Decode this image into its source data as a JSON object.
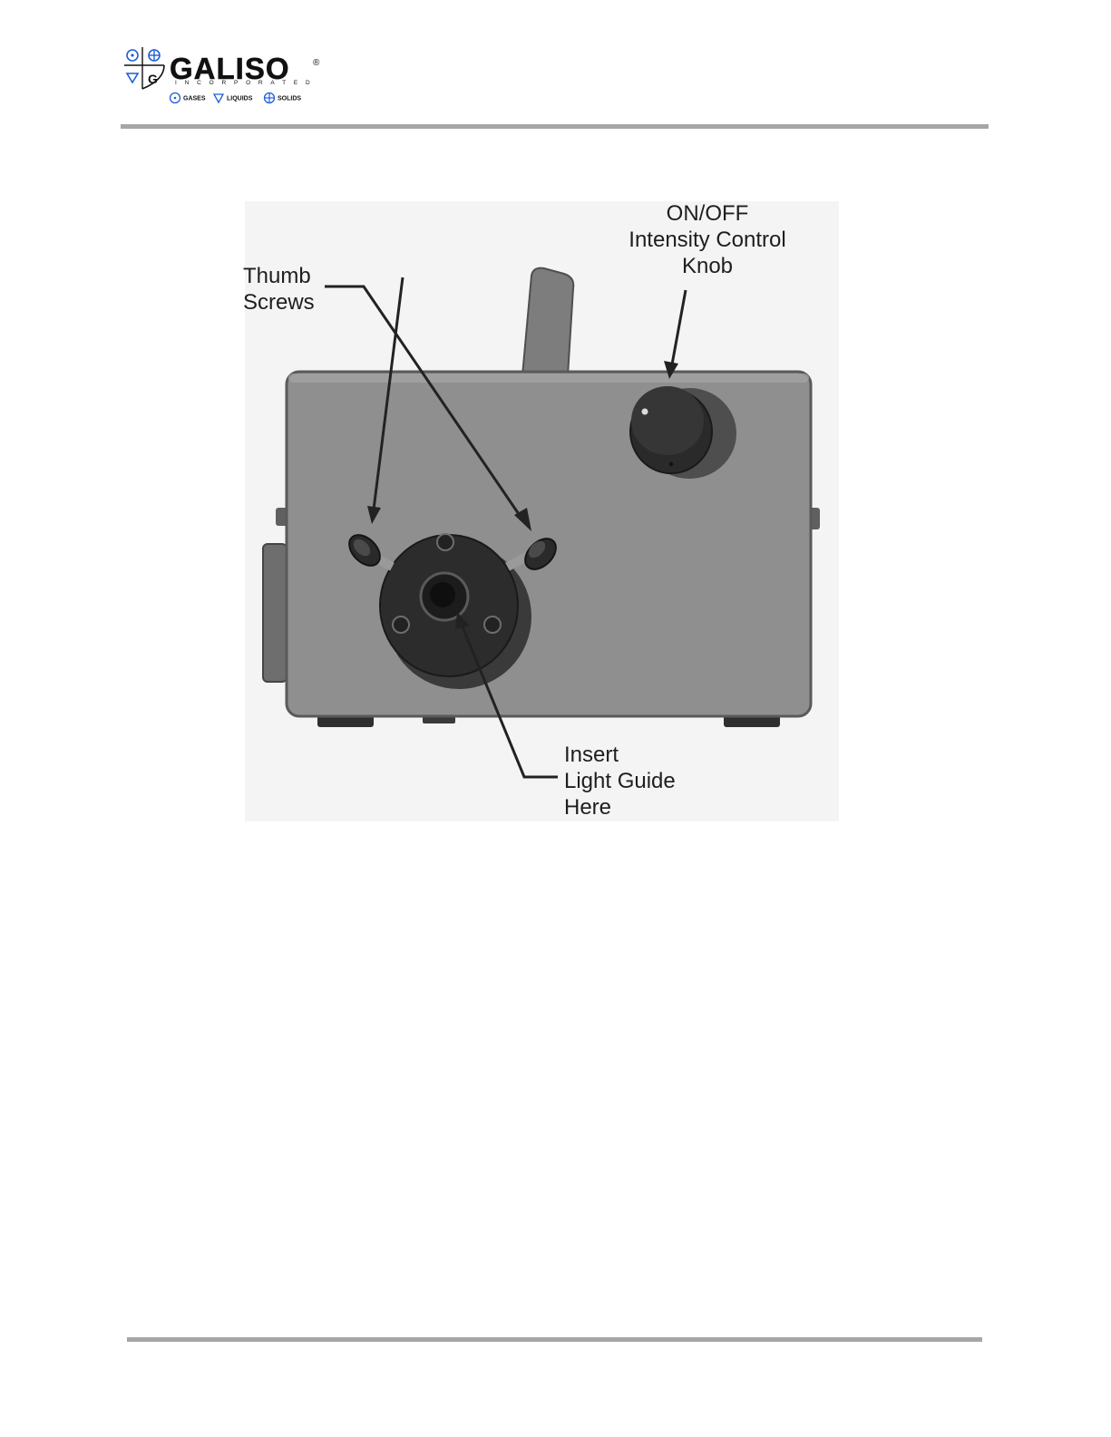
{
  "header": {
    "logo": {
      "wordmark": "GALISO",
      "registered": "®",
      "subtitle": "INCORPORATED",
      "tagline": [
        "GASES",
        "LIQUIDS",
        "SOLIDS"
      ]
    }
  },
  "figure": {
    "callouts": {
      "knob": "ON/OFF\nIntensity Control\nKnob",
      "thumb_screws": "Thumb\nScrews",
      "light_guide": "Insert\nLight Guide\nHere"
    }
  },
  "colors": {
    "housing": "#8f8f8f",
    "housing_edge": "#5a5a5a",
    "background_panel": "#f4f4f4",
    "rule": "#a6a6a6",
    "logo_blue": "#1f5fd6",
    "logo_black": "#111111"
  }
}
